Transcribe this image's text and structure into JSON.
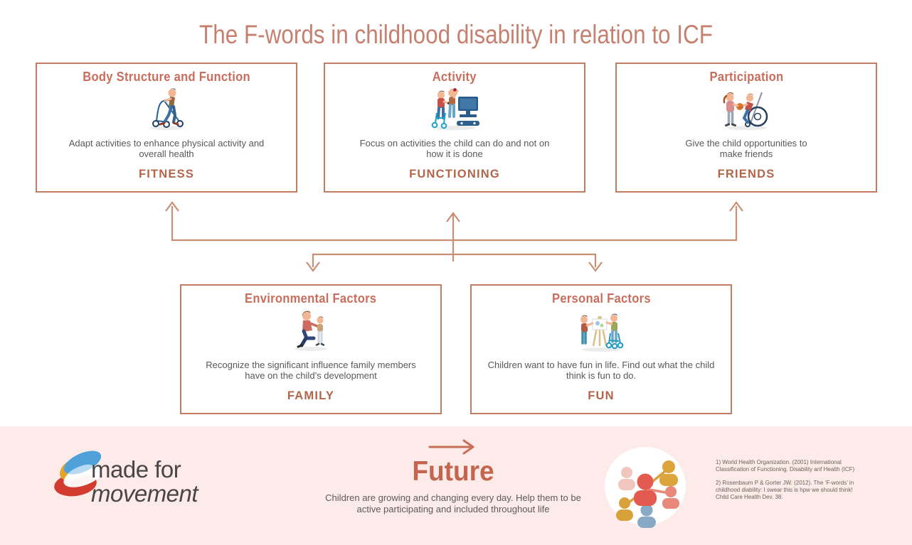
{
  "title": "The F-words in childhood disability in relation to ICF",
  "colors": {
    "title_salmon": "#c6806f",
    "heading_salmon": "#c96e5c",
    "fword_terracotta": "#b2654a",
    "box_border": "#c07d63",
    "arrow": "#c98f74",
    "body_text": "#58585a",
    "footer_background": "#fcebe8",
    "footer_accent": "#c4654f",
    "logo_text": "#4a4546",
    "logo_blue": "#4fa2d9",
    "logo_gold": "#e2a42d",
    "logo_red": "#d23b2e",
    "reference_text": "#6f625e"
  },
  "cards": [
    {
      "heading": "Body Structure and Function",
      "icon": "child-walking-with-walker",
      "description": "Adapt activities to enhance physical activity and overall health",
      "fword": "FITNESS"
    },
    {
      "heading": "Activity",
      "icon": "children-playing-video-games",
      "description": "Focus on activities the child can do and not on how it is done",
      "fword": "FUNCTIONING"
    },
    {
      "heading": "Participation",
      "icon": "children-with-wheelchair-and-ball",
      "description": "Give the child opportunities to make friends",
      "fword": "FRIENDS"
    },
    {
      "heading": "Environmental Factors",
      "icon": "parent-kneeling-with-child",
      "description": "Recognize the significant influence family members have on the child’s development",
      "fword": "FAMILY"
    },
    {
      "heading": "Personal Factors",
      "icon": "children-painting-at-easel",
      "description": "Children want to have fun in life. Find out what the child think is fun to do.",
      "fword": "FUN"
    }
  ],
  "footer": {
    "logo": {
      "line1": "made for",
      "line2": "movement"
    },
    "future": {
      "label": "Future",
      "description": "Children are growing and changing every day. Help them to be active participating and included throughout life"
    },
    "references": [
      "1) World Health Organization. (2001) International Classification of Functioning. Disability anf Health (ICF)",
      "2) Rosenbaum P & Gorter JW. (2012). The ‘F-words’ in childhood diability: I swear this is hpw we should think! Child Care Health Dev. 38."
    ]
  }
}
